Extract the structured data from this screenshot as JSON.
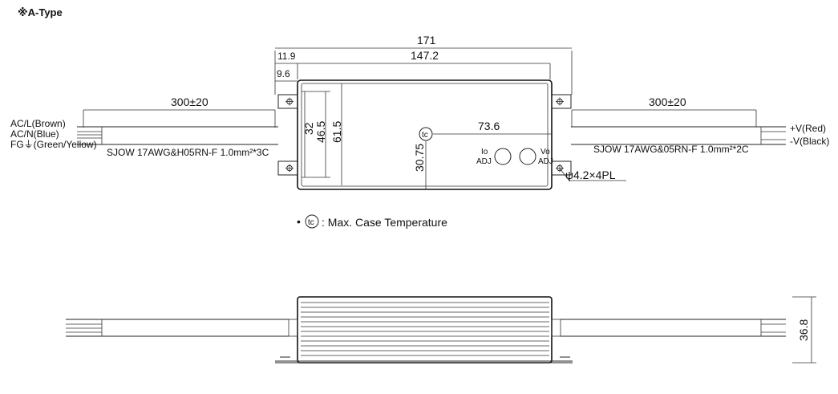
{
  "title": "※A-Type",
  "top_view": {
    "dim_overall": "171",
    "dim_body": "147.2",
    "dim_left_offset": "11.9",
    "dim_inner_offset": "9.6",
    "dim_left_cable": "300±20",
    "dim_right_cable": "300±20",
    "dim_32": "32",
    "dim_46_5": "46.5",
    "dim_61_5": "61.5",
    "dim_tc_x": "73.6",
    "dim_tc_y": "30.75",
    "tc_symbol": "tc",
    "io_adj": "Io\nADJ",
    "vo_adj": "Vo\nADJ",
    "mount_holes": "ψ4.2×4PL",
    "left_wire_labels": [
      "AC/L(Brown)",
      "AC/N(Blue)",
      "FG⏚(Green/Yellow)"
    ],
    "left_cable_spec": "SJOW 17AWG&H05RN-F 1.0mm²*3C",
    "right_wire_labels": [
      "+V(Red)",
      "-V(Black)"
    ],
    "right_cable_spec": "SJOW 17AWG&05RN-F 1.0mm²*2C"
  },
  "legend": {
    "bullet": "•",
    "tc_symbol": "tc",
    "text": ": Max. Case Temperature"
  },
  "side_view": {
    "height_dim": "36.8"
  },
  "colors": {
    "stroke": "#222222",
    "text": "#111111"
  }
}
